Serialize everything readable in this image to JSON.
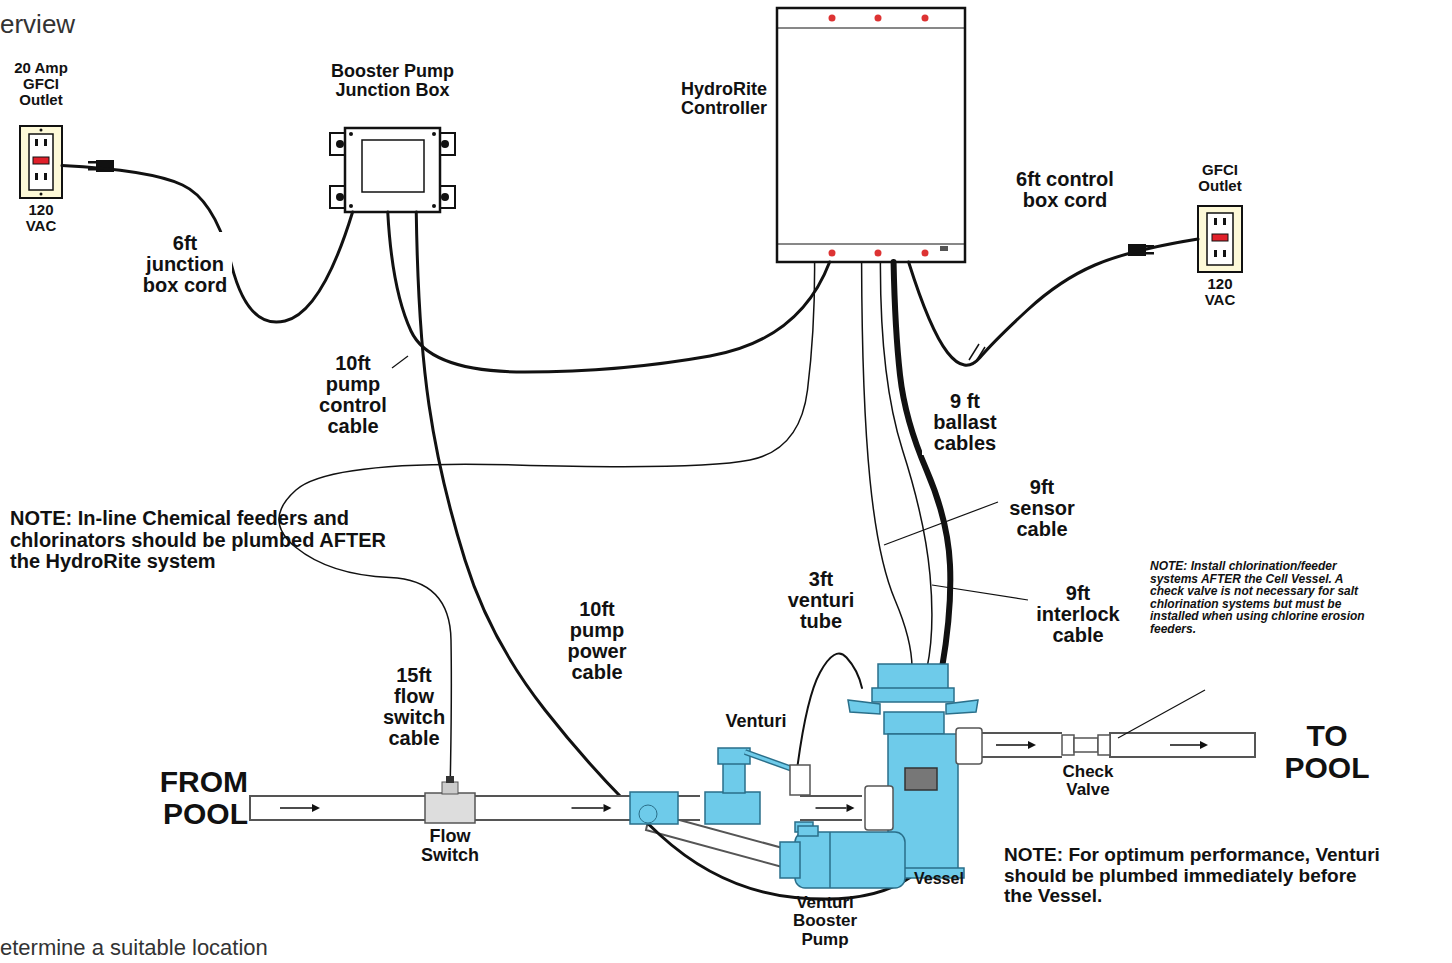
{
  "diagram": {
    "nodes": [
      {
        "text": [
          "20 Amp GFCI Outlet",
          "120 VAC"
        ]
      },
      {
        "text": [
          "Booster Pump Junction Box"
        ]
      },
      {
        "text": [
          "HydroRite Controller"
        ]
      },
      {
        "text": [
          "GFCI Outlet",
          "120 VAC"
        ]
      },
      {
        "text": [
          "Flow Switch"
        ]
      },
      {
        "text": [
          "Venturi"
        ]
      },
      {
        "text": [
          "Vessel"
        ]
      },
      {
        "text": [
          "Check Valve"
        ]
      },
      {
        "text": [
          "Venturi Booster Pump"
        ]
      }
    ],
    "edges": [
      {
        "from": 0,
        "to": 1,
        "arrow": "none",
        "label": "6ft junction box cord"
      },
      {
        "from": 1,
        "to": 2,
        "arrow": "none",
        "label": "10ft pump control cable"
      },
      {
        "from": 1,
        "to": 8,
        "arrow": "none",
        "label": "10ft pump power cable"
      },
      {
        "from": 2,
        "to": 3,
        "arrow": "none",
        "label": "6ft control box cord"
      },
      {
        "from": 2,
        "to": 4,
        "arrow": "none",
        "label": "15ft flow switch cable"
      },
      {
        "from": 2,
        "to": 6,
        "arrow": "none",
        "label": "9 ft ballast cables"
      },
      {
        "from": 2,
        "to": 6,
        "arrow": "none",
        "label": "9ft sensor cable"
      },
      {
        "from": 2,
        "to": 6,
        "arrow": "none",
        "label": "9ft interlock cable"
      },
      {
        "from": 5,
        "to": 6,
        "arrow": "none",
        "label": "3ft venturi tube"
      },
      {
        "from": 4,
        "to": 5,
        "arrow": "to"
      },
      {
        "from": 5,
        "to": 6,
        "arrow": "to"
      },
      {
        "from": 6,
        "to": 7,
        "arrow": "to"
      }
    ],
    "labels": [
      "erview",
      "NOTE: In-line Chemical feeders and chlorinators should be plumbed AFTER the HydroRite system",
      "FROM POOL",
      "NOTE: Install chlorination/feeder systems AFTER the Cell Vessel. A check valve is not necessary for salt chlorination systems but must be installed when using chlorine erosion feeders.",
      "TO POOL",
      "NOTE: For optimum performance, Venturi should be plumbed immediately before the Vessel.",
      "etermine a suitable location"
    ]
  }
}
